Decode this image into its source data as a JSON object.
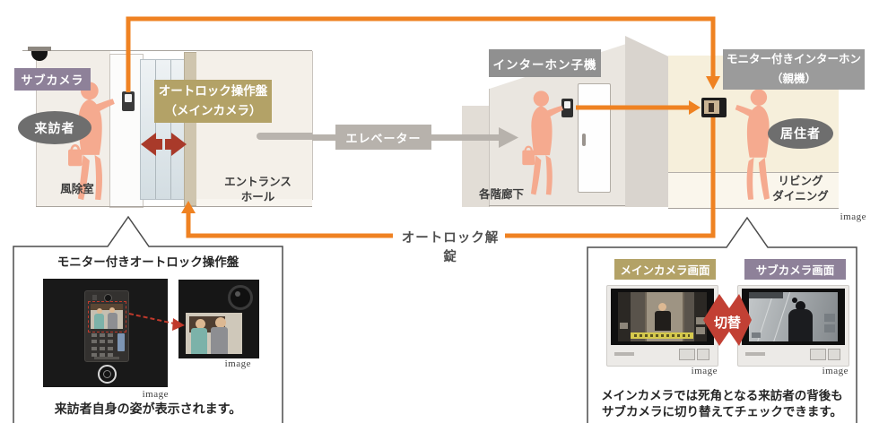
{
  "colors": {
    "accent_orange": "#EF8222",
    "badge_khaki": "#B3A267",
    "badge_purple": "#8E8199",
    "badge_gray": "#909090",
    "oval_gray": "#6E6E6E",
    "door_arrow_red": "#A93A2A",
    "switch_red": "#C24034",
    "silhouette_salmon": "#F5AA8F"
  },
  "flow": {
    "sub_camera": "サブカメラ",
    "visitor": "来訪者",
    "autolock_panel_line1": "オートロック操作盤",
    "autolock_panel_line2": "（メインカメラ）",
    "windbreak_room": "風除室",
    "entrance_hall_line1": "エントランス",
    "entrance_hall_line2": "ホール",
    "elevator": "エレベーター",
    "intercom_handset": "インターホン子機",
    "floor_corridor": "各階廊下",
    "monitor_intercom_line1": "モニター付きインターホン",
    "monitor_intercom_line2": "（親機）",
    "resident": "居住者",
    "living_line1": "リビング",
    "living_line2": "ダイニング",
    "autolock_unlock": "オートロック解錠",
    "image_caption": "image"
  },
  "left_panel": {
    "title": "モニター付きオートロック操作盤",
    "photo1_caption": "image",
    "photo2_caption": "image",
    "description": "来訪者自身の姿が表示されます。"
  },
  "right_panel": {
    "main_screen_label": "メインカメラ画面",
    "sub_screen_label": "サブカメラ画面",
    "switch_label": "切替",
    "photo1_caption": "image",
    "photo2_caption": "image",
    "description_line1": "メインカメラでは死角となる来訪者の背後も",
    "description_line2": "サブカメラに切り替えてチェックできます。"
  }
}
